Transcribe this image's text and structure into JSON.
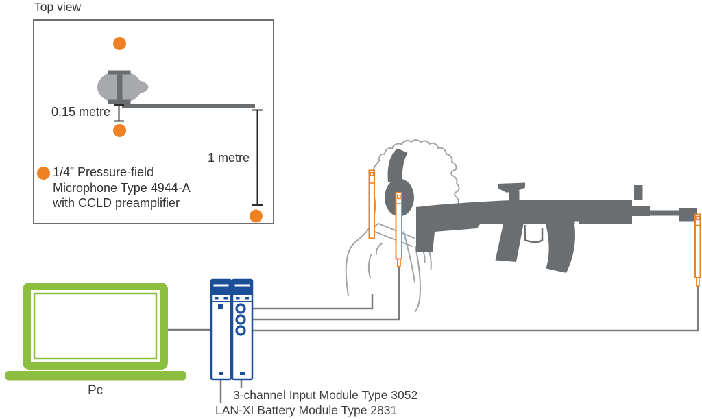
{
  "top_view": {
    "title": "Top view",
    "dim_small": "0.15 metre",
    "dim_large": "1 metre",
    "legend_line1": "1/4” Pressure-field",
    "legend_line2": "Microphone Type 4944-A",
    "legend_line3": "with CCLD preamplifier"
  },
  "labels": {
    "pc": "Pc",
    "input_module": "3-channel Input Module Type 3052",
    "battery_module": "LAN-XI Battery Module Type 2831"
  },
  "colors": {
    "orange_microphone": "#EE8122",
    "dark_gray_silhouette": "#6B6E70",
    "light_outline_gray": "#A1A4A7",
    "head_topview_gray": "#A7A9AC",
    "cable_gray": "#7B7D80",
    "module_blue": "#1C4F9A",
    "laptop_green": "#8CBF40",
    "text_dark": "#3E3E40",
    "dimension_black": "#2B2B2D"
  }
}
